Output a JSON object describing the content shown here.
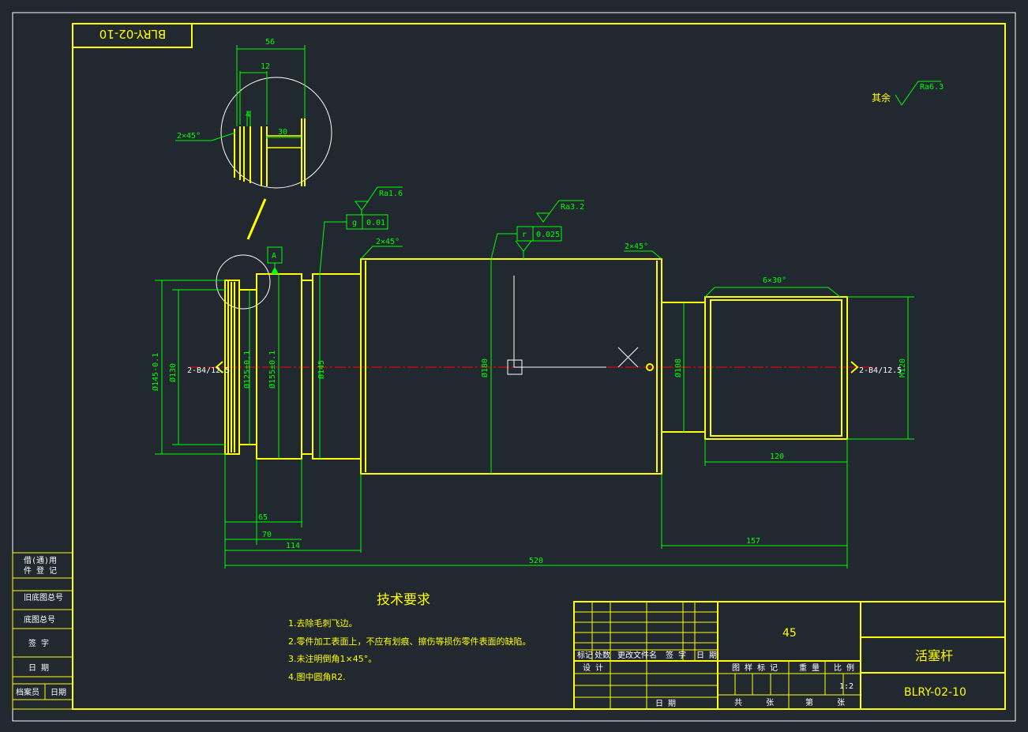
{
  "drawing_number_rotated": "BLRY-02-10",
  "surface_note": {
    "prefix": "其余",
    "roughness": "Ra6.3"
  },
  "detail_view": {
    "dim_56": "56",
    "dim_12": "12",
    "dim_4": "4",
    "dim_30": "30",
    "chamfer": "2×45°"
  },
  "roughness_marks": [
    "Ra1.6",
    "Ra3.2"
  ],
  "tolerance_frames": [
    {
      "symbol": "g",
      "value": "0.01"
    },
    {
      "symbol": "r",
      "value": "0.025"
    }
  ],
  "datum_label": "A",
  "chamfers": [
    "2×45°",
    "2×45°"
  ],
  "thread_chamfer": "6×30°",
  "diameters": {
    "d1": "Ø145-0.1",
    "d2": "Ø130",
    "d3": "Ø125±0.1",
    "d4": "Ø155±0.1",
    "d5": "Ø145",
    "d6": "Ø180",
    "d7": "Ø108",
    "d8": "M120"
  },
  "center_holes": {
    "left": "2-B4/12.5",
    "right": "2-B4/12.5"
  },
  "lengths": {
    "l65": "65",
    "l70": "70",
    "l114": "114",
    "l520": "520",
    "l157": "157",
    "l120": "120"
  },
  "tech_requirements": {
    "title": "技术要求",
    "items": [
      "1.去除毛刺飞边。",
      "2.零件加工表面上，不应有划痕、擦伤等损伤零件表面的缺陷。",
      "3.未注明倒角1×45°。",
      "4.图中圆角R2."
    ]
  },
  "side_table": {
    "rows": [
      "借(通)用",
      "件 登 记",
      "旧底图总号",
      "底图总号",
      "签  字",
      "日  期"
    ],
    "bottom": [
      "档案员",
      "日期"
    ]
  },
  "title_block": {
    "material": "45",
    "part_name": "活塞杆",
    "drawing_no": "BLRY-02-10",
    "scale": "1:2",
    "header": [
      "标记",
      "处数",
      "更改文件名",
      "签  字",
      "日  期"
    ],
    "design_label": "设  计",
    "date_label": "日  期",
    "stage_label": "图 样 标 记",
    "weight_label": "重  量",
    "ratio_label": "比  例",
    "sheet_total": "共     张",
    "sheet_no": "第     张"
  }
}
